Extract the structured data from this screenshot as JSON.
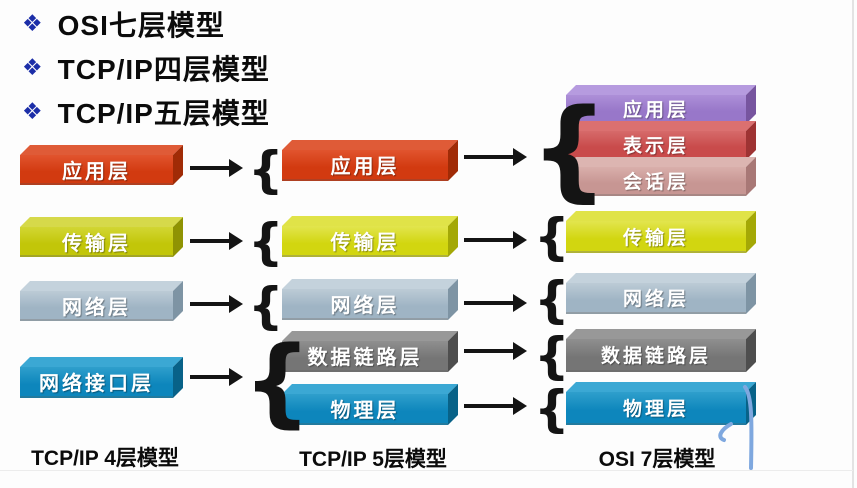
{
  "slide": {
    "bullet_glyph": "❖",
    "titles": [
      {
        "label": "OSI七层模型"
      },
      {
        "label": "TCP/IP四层模型"
      },
      {
        "label": "TCP/IP五层模型"
      }
    ]
  },
  "symbols": {
    "brace": "{"
  },
  "colors": {
    "bullet": "#1C2EA8",
    "arrow": "#141414",
    "annotation": "#7FA8DF",
    "palette": {
      "red": {
        "front": "#D23A10",
        "frontLight": "#E1542E",
        "top": "#DF5B37",
        "side": "#A02B06"
      },
      "yellow": {
        "front": "#C2C609",
        "frontLight": "#D2D633",
        "top": "#D6D94A",
        "side": "#8F9303"
      },
      "yellow2": {
        "front": "#D2D610",
        "frontLight": "#E2E54E",
        "top": "#E0E348",
        "side": "#A4A806"
      },
      "grayblue": {
        "front": "#9FB4C4",
        "frontLight": "#BCCBD6",
        "top": "#C4D2DC",
        "side": "#7E94A4"
      },
      "blue": {
        "front": "#0D86BC",
        "frontLight": "#2F9FCC",
        "top": "#3BA8D4",
        "side": "#086288"
      },
      "darkgray": {
        "front": "#757575",
        "frontLight": "#8F8F8F",
        "top": "#989898",
        "side": "#4E4E4E"
      },
      "purple": {
        "front": "#9877C9",
        "frontLight": "#AD8FD8",
        "top": "#B69BDF",
        "side": "#77559F"
      },
      "crimson": {
        "front": "#C94B4B",
        "frontLight": "#D66A6A",
        "top": "#DB7070",
        "side": "#9E3333"
      },
      "rose": {
        "front": "#C79693",
        "frontLight": "#D9AFAB",
        "top": "#DCB5B1",
        "side": "#A87876"
      }
    }
  },
  "columns": [
    {
      "caption": "TCP/IP 4层模型",
      "boxes": [
        {
          "label": "应用层",
          "color": "red"
        },
        {
          "label": "传输层",
          "color": "yellow"
        },
        {
          "label": "网络层",
          "color": "grayblue"
        },
        {
          "label": "网络接口层",
          "color": "blue"
        }
      ]
    },
    {
      "caption": "TCP/IP 5层模型",
      "boxes": [
        {
          "label": "应用层",
          "color": "red"
        },
        {
          "label": "传输层",
          "color": "yellow2"
        },
        {
          "label": "网络层",
          "color": "grayblue"
        },
        {
          "label": "数据链路层",
          "color": "darkgray"
        },
        {
          "label": "物理层",
          "color": "blue"
        }
      ]
    },
    {
      "caption": "OSI 7层模型",
      "boxes": [
        {
          "label": "应用层",
          "color": "purple"
        },
        {
          "label": "表示层",
          "color": "crimson"
        },
        {
          "label": "会话层",
          "color": "rose"
        },
        {
          "label": "传输层",
          "color": "yellow2"
        },
        {
          "label": "网络层",
          "color": "grayblue"
        },
        {
          "label": "数据链路层",
          "color": "darkgray"
        },
        {
          "label": "物理层",
          "color": "blue"
        }
      ]
    }
  ]
}
